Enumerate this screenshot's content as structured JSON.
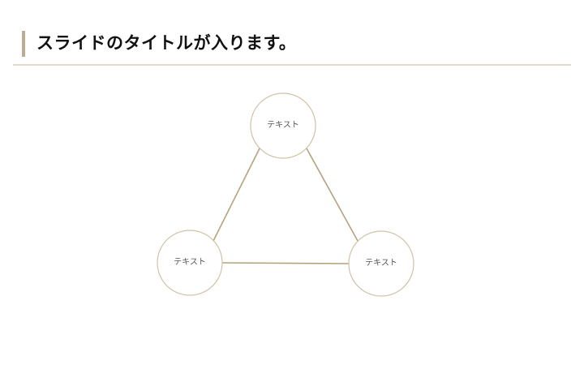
{
  "slide": {
    "title": "スライドのタイトルが入ります。",
    "accent_color": "#bcad8c",
    "divider_color": "#e2dccd"
  },
  "diagram": {
    "type": "triangle-cycle",
    "line_color": "#b5a27e",
    "circle_stroke": "#cfc3a8",
    "nodes": [
      {
        "label": "テキスト",
        "position": "top"
      },
      {
        "label": "テキスト",
        "position": "bottom-left"
      },
      {
        "label": "テキスト",
        "position": "bottom-right"
      }
    ]
  }
}
